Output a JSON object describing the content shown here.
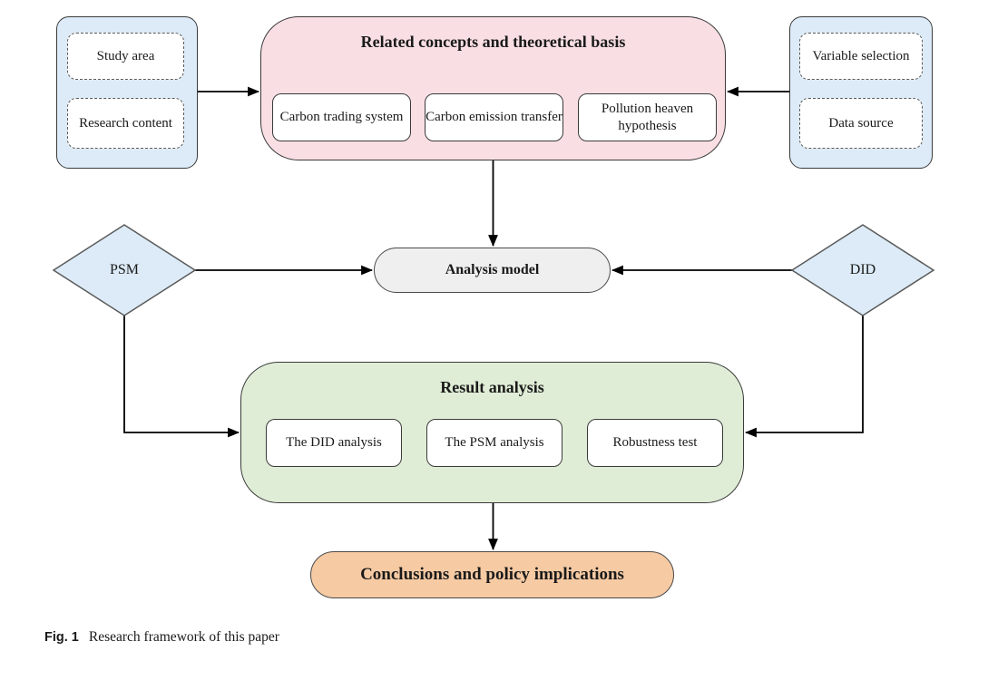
{
  "figure": {
    "caption_label": "Fig. 1",
    "caption_text": "Research framework of this paper"
  },
  "colors": {
    "blue_fill": "#dcebf7",
    "pink_fill": "#f9dfe4",
    "green_fill": "#e0edd6",
    "gray_fill": "#efefef",
    "orange_fill": "#f6caa3",
    "border_dark": "#3b3b3b",
    "border_gray": "#5a5a5a",
    "line_color": "#000000"
  },
  "groups": {
    "scope": {
      "items": [
        "Study area",
        "Research content"
      ]
    },
    "theory": {
      "title": "Related concepts and theoretical basis",
      "items": [
        "Carbon trading system",
        "Carbon emission transfer",
        "Pollution heaven hypothesis"
      ]
    },
    "data": {
      "items": [
        "Variable selection",
        "Data source"
      ]
    },
    "model": {
      "label": "Analysis model"
    },
    "methods": {
      "psm": "PSM",
      "did": "DID"
    },
    "results": {
      "title": "Result analysis",
      "items": [
        "The DID analysis",
        "The PSM analysis",
        "Robustness test"
      ]
    },
    "conclusion": {
      "label": "Conclusions and policy implications"
    }
  }
}
